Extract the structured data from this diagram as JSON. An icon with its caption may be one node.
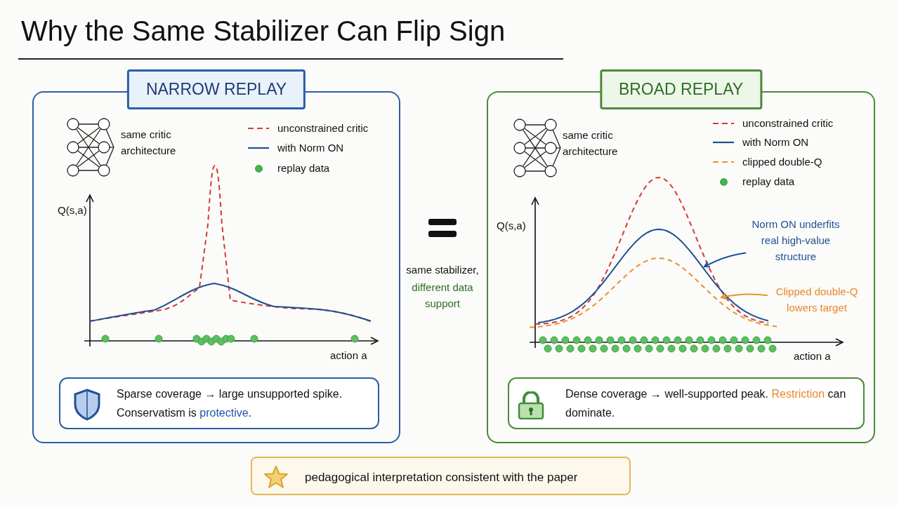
{
  "diagram": {
    "title": "Why the Same Stabilizer Can Flip Sign",
    "nodes": [
      {
        "text": [
          "NARROW REPLAY"
        ]
      },
      {
        "text": [
          "Sparse coverage → large unsupported spike. Conservatism is **protective**."
        ],
        "in": 0
      },
      {
        "text": [
          "BROAD REPLAY"
        ]
      },
      {
        "text": [
          "Dense coverage → well-supported peak. **Restriction** can dominate."
        ],
        "in": 2
      },
      {
        "text": [
          "pedagogical interpretation consistent with the paper"
        ]
      },
      {
        "text": [
          "Norm ON underfits real high-value structure"
        ],
        "in": 2
      },
      {
        "text": [
          "Clipped double-Q lowers target"
        ],
        "in": 2
      },
      {
        "text": [],
        "shape": "curve",
        "in": 2
      },
      {
        "text": [],
        "shape": "curve",
        "in": 2
      }
    ],
    "edges": [
      {
        "from": 5,
        "to": 7,
        "arrow": "to",
        "color": "#1f4f94"
      },
      {
        "from": 6,
        "to": 8,
        "arrow": "to",
        "color": "#e8922e"
      }
    ],
    "labels": [
      "same critic architecture",
      "Q(s,a)",
      "action a",
      "same stabilizer,",
      "different data support",
      "same critic architecture",
      "Q(s,a)",
      "action a"
    ],
    "legend": [
      {
        "text": "unconstrained critic"
      },
      {
        "text": "with Norm ON"
      },
      {
        "text": "replay data",
        "color": "#4caf50"
      },
      {
        "text": "unconstrained critic"
      },
      {
        "text": "with Norm ON"
      },
      {
        "text": "clipped double-Q"
      },
      {
        "text": "replay data",
        "color": "#4caf50"
      }
    ]
  }
}
